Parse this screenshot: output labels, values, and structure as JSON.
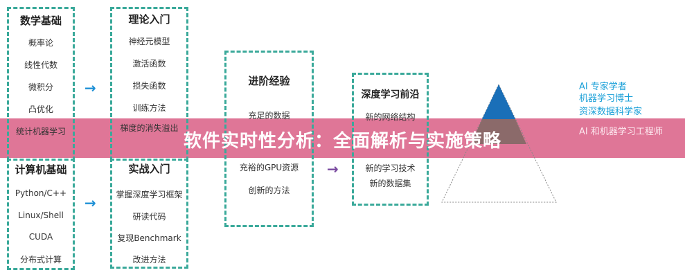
{
  "math": {
    "title": "数学基础",
    "items": [
      "概率论",
      "线性代数",
      "微积分",
      "凸优化",
      "统计机器学习"
    ]
  },
  "cs": {
    "title": "计算机基础",
    "items": [
      "Python/C++",
      "Linux/Shell",
      "CUDA",
      "分布式计算"
    ]
  },
  "theory": {
    "title": "理论入门",
    "items": [
      "神经元模型",
      "激活函数",
      "损失函数",
      "训练方法",
      "梯度的消失溢出"
    ]
  },
  "practice": {
    "title": "实战入门",
    "items": [
      "掌握深度学习框架",
      "研读代码",
      "复现Benchmark",
      "改进方法"
    ]
  },
  "advanced": {
    "title": "进阶经验",
    "items": [
      "充足的数据",
      "充裕的GPU资源",
      "创新的方法"
    ]
  },
  "frontier": {
    "title": "深度学习前沿",
    "items": [
      "新的网络结构",
      "新的学习技术",
      "新的数据集"
    ]
  },
  "pyramid_labels": [
    "AI 专家学者",
    "机器学习博士",
    "资深数据科学家",
    "AI 和机器学习工程师"
  ],
  "banner": {
    "text": "软件实时性分析：全面解析与实施策略"
  },
  "colors": {
    "accent": "#3aa99a",
    "arrow": "#1e90d6",
    "pyramid_top": "#1a6fb8",
    "banner": "#d85880",
    "label": "#1aa0d8"
  }
}
